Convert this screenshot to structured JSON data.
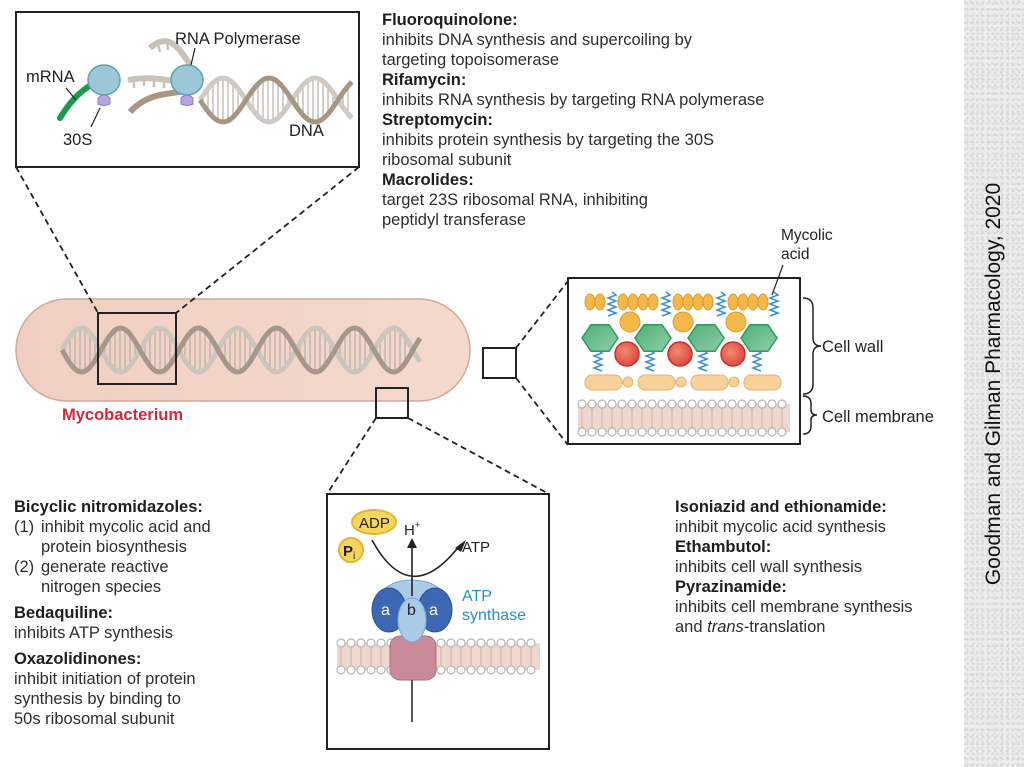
{
  "figure": {
    "organism_label": "Mycobacterium",
    "credit": "Goodman and Gilman Pharmacology, 2020",
    "colors": {
      "organism_label": "#d7263d",
      "cell_body": "#f1d2c6",
      "atp_synthase_label": "#2a8fc9",
      "mrna": "#1a9a4a",
      "ribosome": "#9cc7d6",
      "hexagon": "#5db886",
      "red_circle": "#e85a50",
      "orange_bead": "#f3b84a"
    }
  },
  "inset_transcription": {
    "labels": {
      "rna_polymerase": "RNA Polymerase",
      "mrna": "mRNA",
      "subunit_30s": "30S",
      "dna": "DNA"
    }
  },
  "inset_cell_wall": {
    "labels": {
      "mycolic_acid_line1": "Mycolic",
      "mycolic_acid_line2": "acid",
      "cell_wall": "Cell wall",
      "cell_membrane": "Cell membrane"
    }
  },
  "inset_atp_synthase": {
    "labels": {
      "adp": "ADP",
      "pi_main": "P",
      "pi_sub": "i",
      "h_plus": "H",
      "h_plus_sup": "+",
      "atp": "ATP",
      "subunit_a": "a",
      "subunit_b": "b",
      "atp_synthase_line1": "ATP",
      "atp_synthase_line2": "synthase"
    }
  },
  "drug_blocks": {
    "top": [
      {
        "drug": "Fluoroquinolone:",
        "lines": [
          "inhibits DNA synthesis and supercoiling by",
          "targeting topoisomerase"
        ]
      },
      {
        "drug": "Rifamycin:",
        "lines": [
          "inhibits RNA synthesis by targeting RNA polymerase"
        ]
      },
      {
        "drug": "Streptomycin:",
        "lines": [
          "inhibits protein synthesis by targeting the 30S",
          "ribosomal subunit"
        ]
      },
      {
        "drug": "Macrolides:",
        "lines": [
          "target 23S ribosomal RNA, inhibiting",
          "peptidyl transferase"
        ]
      }
    ],
    "left": [
      {
        "drug": "Bicyclic nitromidazoles:",
        "items": [
          {
            "num": "(1)",
            "lines": [
              "inhibit mycolic acid and",
              "protein biosynthesis"
            ]
          },
          {
            "num": "(2)",
            "lines": [
              "generate reactive",
              "nitrogen species"
            ]
          }
        ]
      },
      {
        "drug": "Bedaquiline:",
        "lines": [
          "inhibits ATP synthesis"
        ]
      },
      {
        "drug": "Oxazolidinones:",
        "lines": [
          "inhibit initiation of protein",
          "synthesis by binding to",
          "50s ribosomal subunit"
        ]
      }
    ],
    "right": [
      {
        "drug": "Isoniazid and ethionamide:",
        "lines": [
          "inhibit mycolic acid synthesis"
        ]
      },
      {
        "drug": "Ethambutol:",
        "lines": [
          "inhibits cell wall synthesis"
        ]
      },
      {
        "drug": "Pyrazinamide:",
        "lines_html_parts": [
          [
            "inhibits cell membrane synthesis"
          ],
          [
            "and ",
            "trans",
            "-translation"
          ]
        ]
      }
    ]
  }
}
